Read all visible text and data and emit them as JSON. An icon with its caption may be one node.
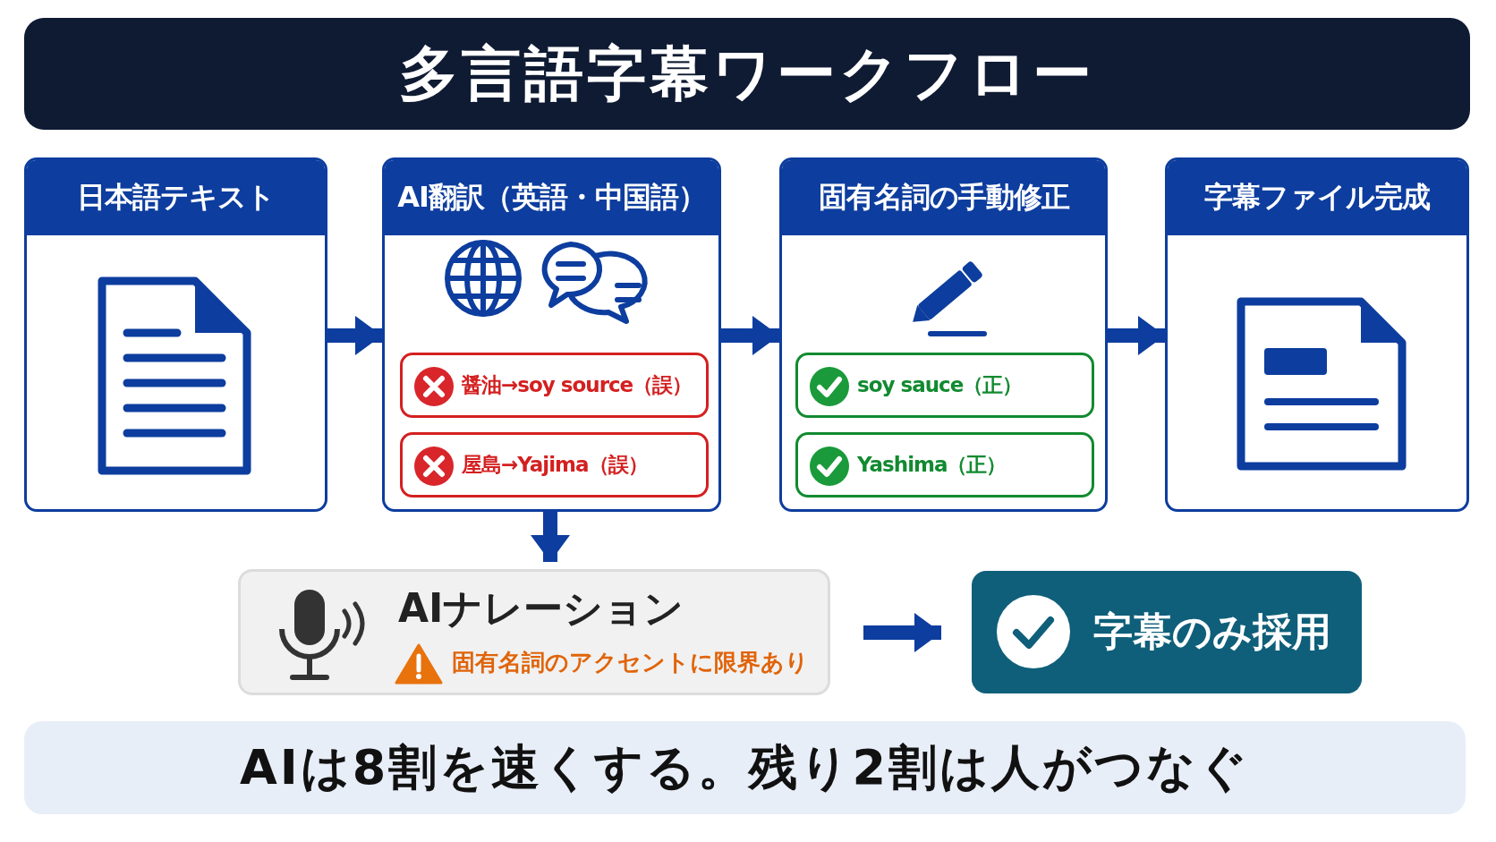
{
  "diagram": {
    "title": "多言語字幕ワークフロー",
    "nodes": [
      {
        "text": [
          "日本語テキスト"
        ]
      },
      {
        "text": [
          "AI翻訳（英語・中国語）"
        ]
      },
      {
        "text": [
          "醤油→soy source（誤）"
        ],
        "in": 1
      },
      {
        "text": [
          "屋島→Yajima（誤）"
        ],
        "in": 1
      },
      {
        "text": [
          "固有名詞の手動修正"
        ]
      },
      {
        "text": [
          "soy sauce（正）"
        ],
        "in": 4
      },
      {
        "text": [
          "Yashima（正）"
        ],
        "in": 4
      },
      {
        "text": [
          "字幕ファイル完成"
        ]
      },
      {
        "text": [
          "AIナレーション",
          "固有名詞のアクセントに限界あり"
        ]
      },
      {
        "text": [
          "字幕のみ採用"
        ]
      },
      {
        "text": [
          "AIは8割を速くする。残り2割は人がつなぐ"
        ]
      }
    ],
    "edges": [
      {
        "from": 0,
        "to": 1,
        "arrow": "to"
      },
      {
        "from": 1,
        "to": 4,
        "arrow": "to"
      },
      {
        "from": 4,
        "to": 7,
        "arrow": "to"
      },
      {
        "from": 1,
        "to": 8,
        "arrow": "to"
      },
      {
        "from": 8,
        "to": 9,
        "arrow": "to"
      }
    ]
  }
}
